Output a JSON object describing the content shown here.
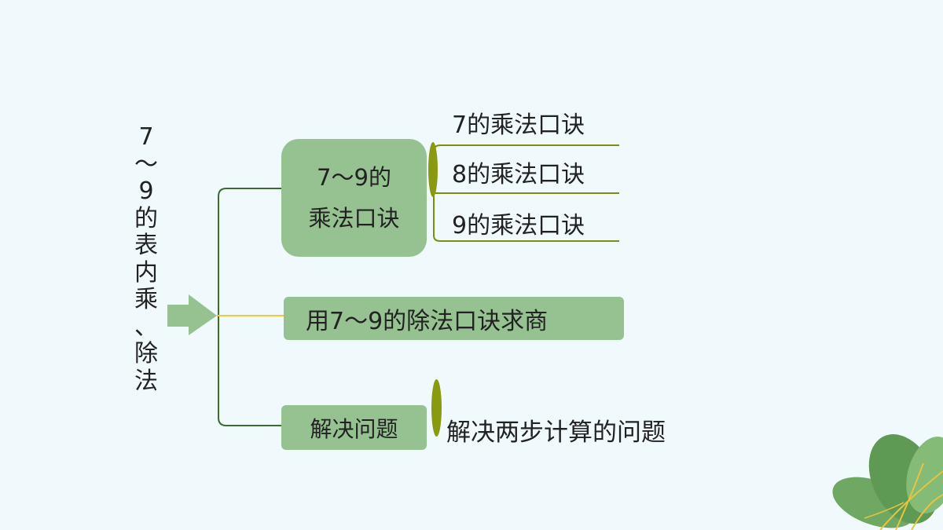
{
  "title_chars": [
    "7",
    "～",
    "9",
    "的",
    "表",
    "内",
    "乘",
    "、",
    "除",
    "法"
  ],
  "main_topic": {
    "line1": "7～9的",
    "line2": "乘法口诀"
  },
  "sub_items": [
    "7的乘法口诀",
    "8的乘法口诀",
    "9的乘法口诀"
  ],
  "division_topic": "用7～9的除法口诀求商",
  "solve_topic": "解决问题",
  "solve_detail": "解决两步计算的问题",
  "colors": {
    "background": "#f0fafd",
    "box_fill": "#95c290",
    "connector_dark": "#3d6b2e",
    "connector_yellow": "#f0c93a",
    "bracket_olive": "#8a9a10",
    "arrow_fill": "#95c290",
    "leaf_dark": "#5f9a55",
    "leaf_light": "#83bb77"
  }
}
